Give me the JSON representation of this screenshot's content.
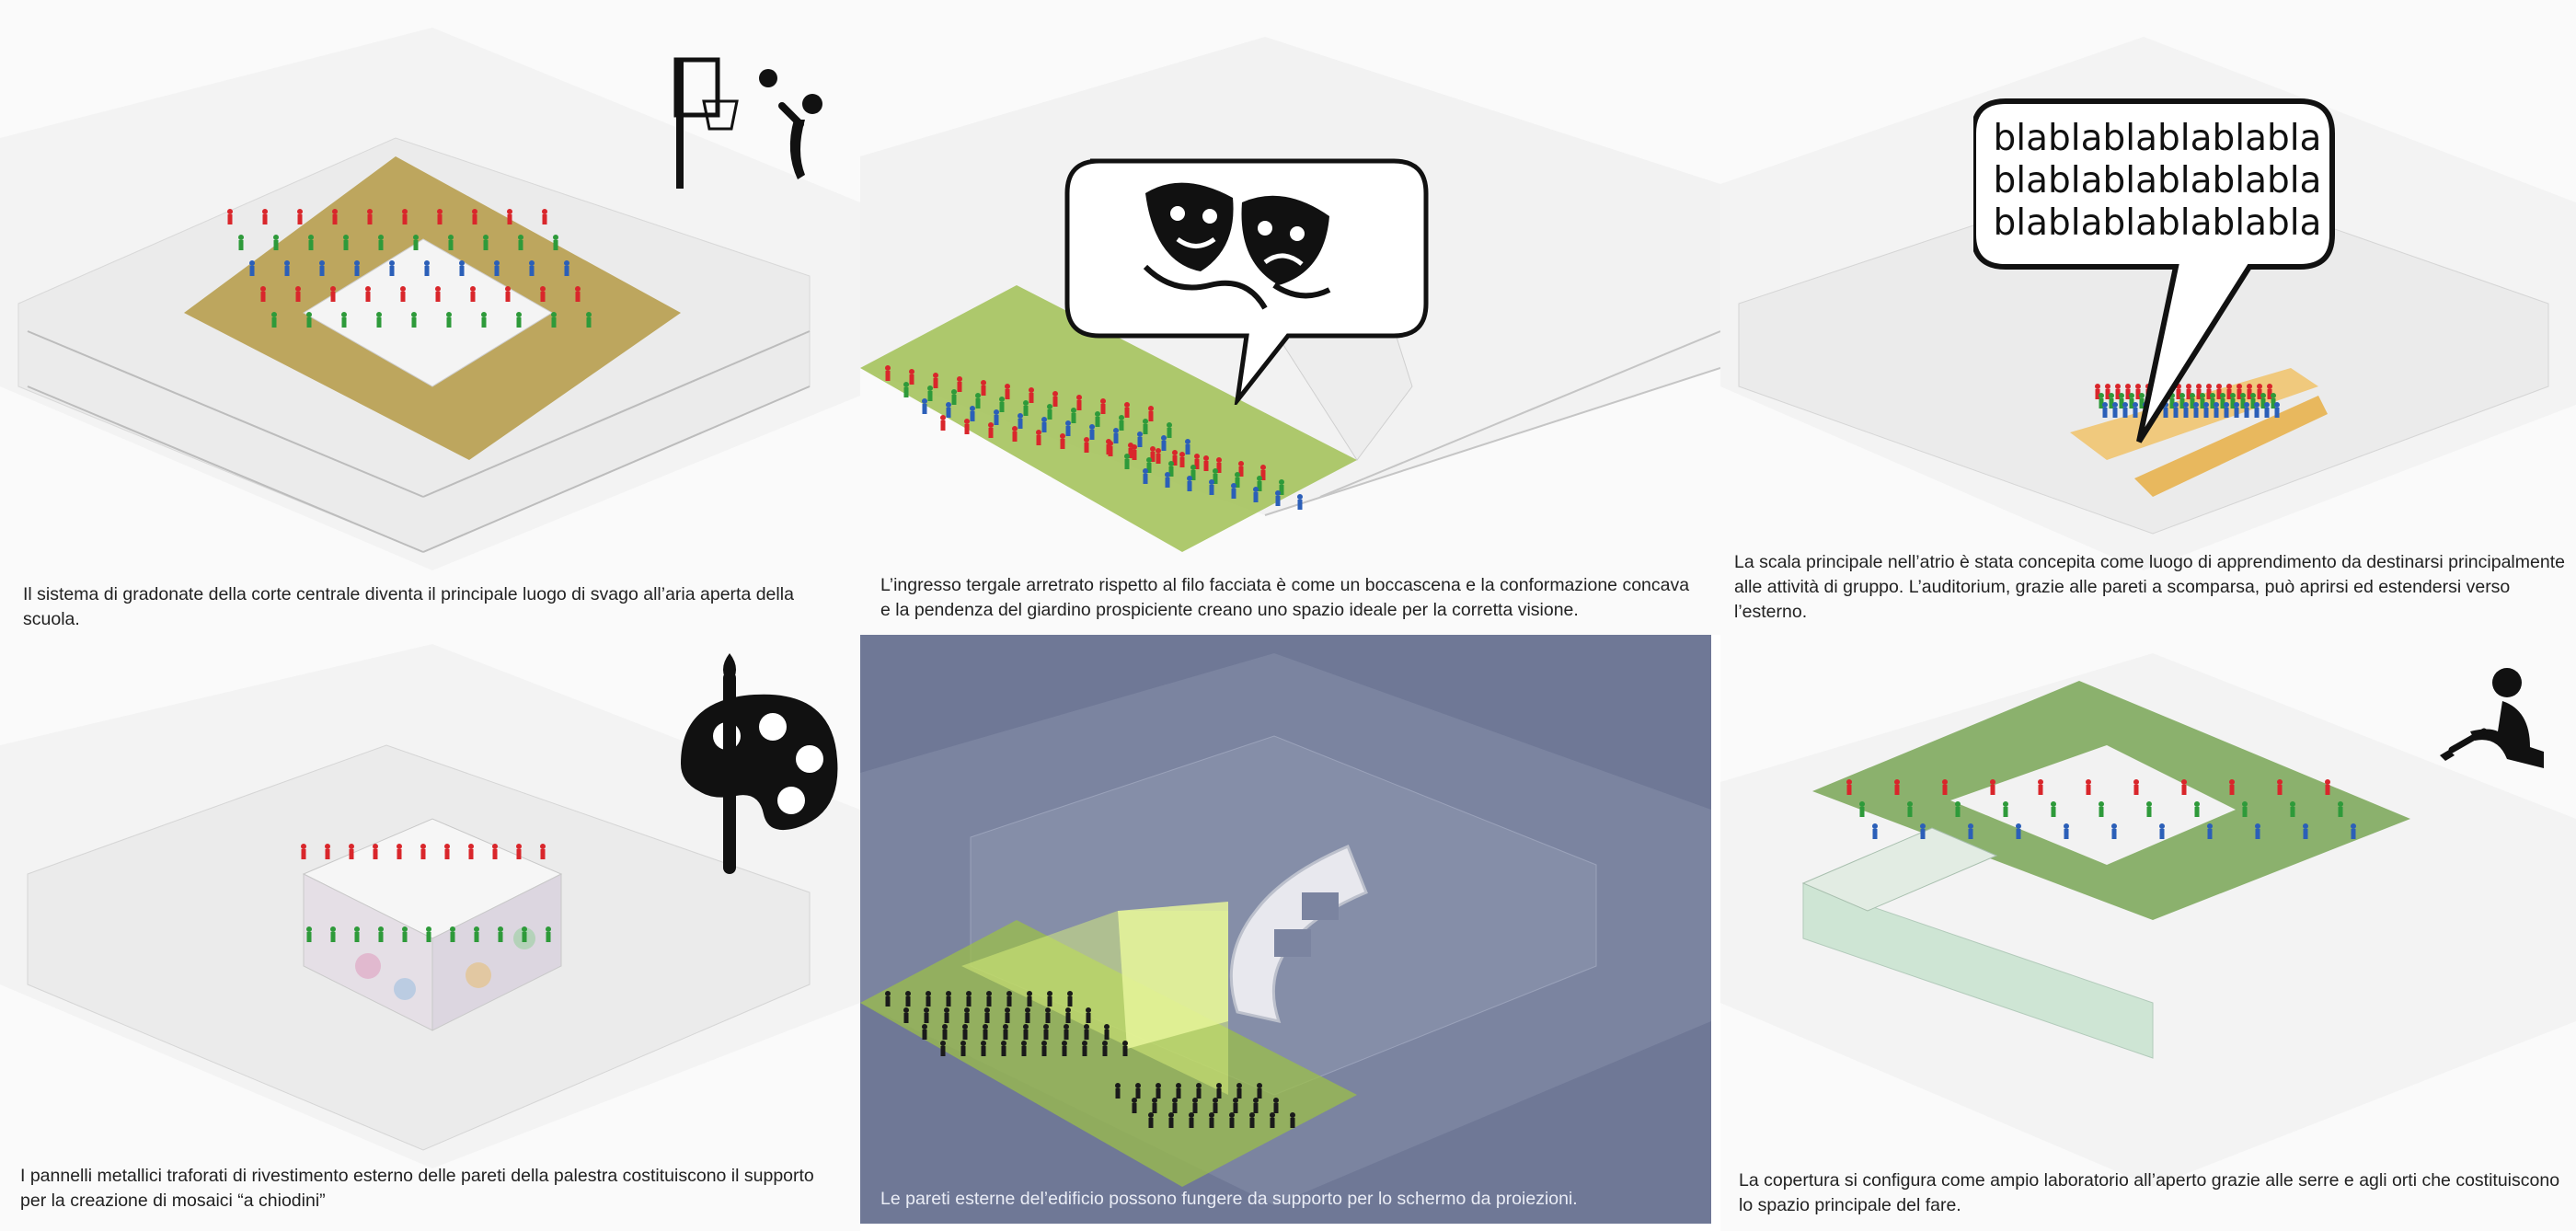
{
  "panels": [
    {
      "id": "courtyard",
      "caption": "Il sistema di gradonate della corte centrale diventa il principale luogo di svago all’aria aperta della scuola.",
      "icon": "basketball-player-icon",
      "accent": "#b59a45"
    },
    {
      "id": "rear-entrance",
      "caption": "L’ingresso tergale arretrato rispetto al filo facciata è come un boccascena e la conformazione concava\ne la pendenza del giardino prospiciente creano uno spazio ideale per la corretta visione.",
      "icon": "theatre-masks-icon",
      "accent": "#9bbd4a"
    },
    {
      "id": "main-stair",
      "caption": "La scala principale nell’atrio è stata concepita come luogo di apprendimento da destinarsi principalmente\nalle attività di gruppo. L’auditorium, grazie alle pareti a scomparsa, può aprirsi ed estendersi verso\nl’esterno.",
      "bubble_text": "blablablablablabla\nblablablablablabla\nblablablablablabla",
      "icon": "speech-bubble-icon",
      "accent": "#f0c97d"
    },
    {
      "id": "gym-walls",
      "caption": "I pannelli metallici traforati di rivestimento esterno delle pareti della palestra costituiscono il supporto\nper la creazione di mosaici “a chiodini”",
      "icon": "paint-palette-icon",
      "accent": "#c9c9c9"
    },
    {
      "id": "cinema",
      "caption": "Le pareti esterne del’edificio possono fungere da supporto per lo schermo da proiezioni.",
      "icon": "film-strip-icon",
      "accent": "#6f7896"
    },
    {
      "id": "roof",
      "caption": "La copertura si configura come  ampio laboratorio all’aperto grazie alle serre e agli orti  che costituiscono\nlo spazio principale del fare.",
      "icon": "gardener-icon",
      "accent": "#7faa5e"
    }
  ],
  "colors": {
    "figure_red": "#d9262b",
    "figure_green": "#2e9a3a",
    "figure_blue": "#2b5fb8",
    "building": "#efefef",
    "cinema_bg": "#6f7896"
  }
}
